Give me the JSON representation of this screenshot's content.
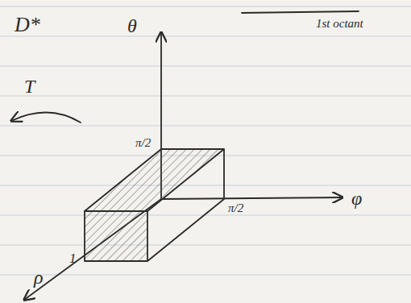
{
  "diagram": {
    "labels": [
      "D*",
      "θ",
      "T",
      "1st octant",
      "π/2",
      "π/2",
      "φ",
      "ρ",
      "1"
    ]
  }
}
